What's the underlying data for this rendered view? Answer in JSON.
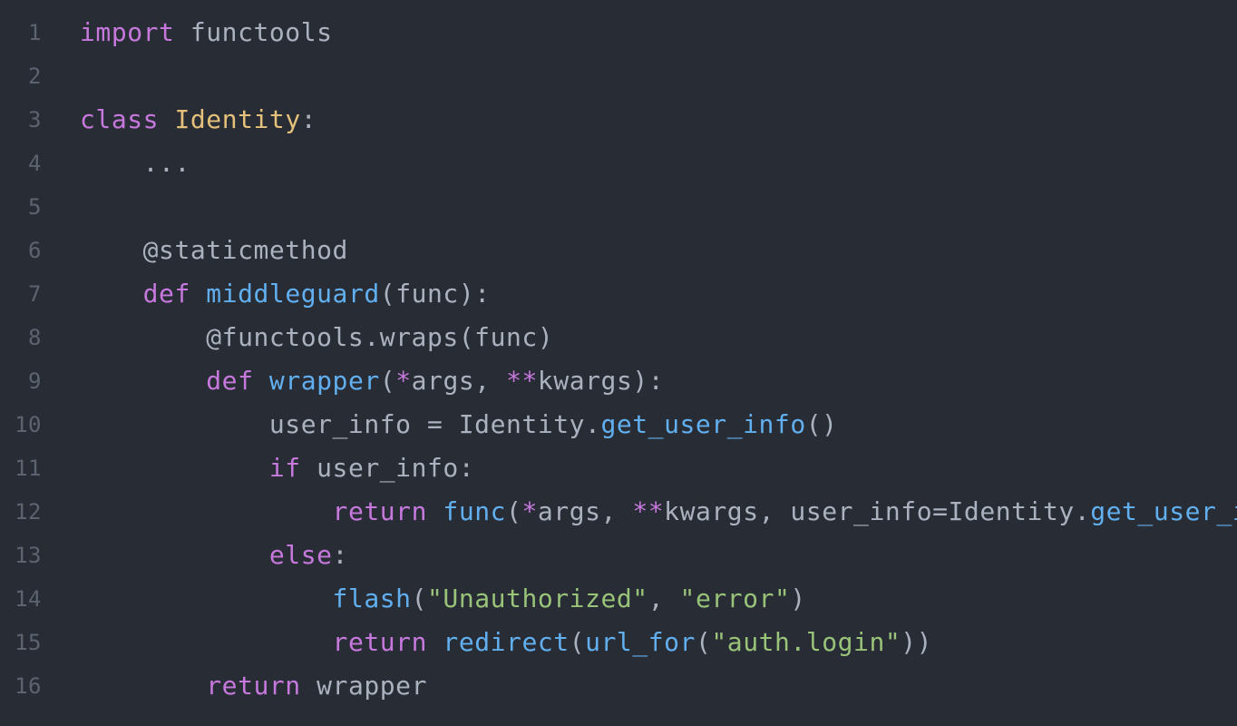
{
  "theme": {
    "background": "#282c34",
    "plain": "#abb2bf",
    "gutter": "#5c6370",
    "keyword": "#c678dd",
    "class": "#e5c07b",
    "function": "#61afef",
    "string": "#98c379"
  },
  "lines": [
    {
      "n": "1",
      "tokens": [
        {
          "t": "import",
          "c": "kw"
        },
        {
          "t": " functools",
          "c": "pl"
        }
      ]
    },
    {
      "n": "2",
      "tokens": []
    },
    {
      "n": "3",
      "tokens": [
        {
          "t": "class",
          "c": "kw"
        },
        {
          "t": " ",
          "c": "pl"
        },
        {
          "t": "Identity",
          "c": "cls"
        },
        {
          "t": ":",
          "c": "pl"
        }
      ]
    },
    {
      "n": "4",
      "tokens": [
        {
          "t": "    ...",
          "c": "pl"
        }
      ]
    },
    {
      "n": "5",
      "tokens": []
    },
    {
      "n": "6",
      "tokens": [
        {
          "t": "    @staticmethod",
          "c": "dec"
        }
      ]
    },
    {
      "n": "7",
      "tokens": [
        {
          "t": "    ",
          "c": "pl"
        },
        {
          "t": "def",
          "c": "kw"
        },
        {
          "t": " ",
          "c": "pl"
        },
        {
          "t": "middleguard",
          "c": "fn"
        },
        {
          "t": "(func):",
          "c": "pl"
        }
      ]
    },
    {
      "n": "8",
      "tokens": [
        {
          "t": "        @functools.wraps(func)",
          "c": "dec"
        }
      ]
    },
    {
      "n": "9",
      "tokens": [
        {
          "t": "        ",
          "c": "pl"
        },
        {
          "t": "def",
          "c": "kw"
        },
        {
          "t": " ",
          "c": "pl"
        },
        {
          "t": "wrapper",
          "c": "fn"
        },
        {
          "t": "(",
          "c": "pl"
        },
        {
          "t": "*",
          "c": "kw"
        },
        {
          "t": "args, ",
          "c": "pl"
        },
        {
          "t": "**",
          "c": "kw"
        },
        {
          "t": "kwargs):",
          "c": "pl"
        }
      ]
    },
    {
      "n": "10",
      "tokens": [
        {
          "t": "            user_info = Identity.",
          "c": "pl"
        },
        {
          "t": "get_user_info",
          "c": "fn"
        },
        {
          "t": "()",
          "c": "pl"
        }
      ]
    },
    {
      "n": "11",
      "tokens": [
        {
          "t": "            ",
          "c": "pl"
        },
        {
          "t": "if",
          "c": "kw"
        },
        {
          "t": " user_info:",
          "c": "pl"
        }
      ]
    },
    {
      "n": "12",
      "tokens": [
        {
          "t": "                ",
          "c": "pl"
        },
        {
          "t": "return",
          "c": "kw"
        },
        {
          "t": " ",
          "c": "pl"
        },
        {
          "t": "func",
          "c": "fn"
        },
        {
          "t": "(",
          "c": "pl"
        },
        {
          "t": "*",
          "c": "kw"
        },
        {
          "t": "args, ",
          "c": "pl"
        },
        {
          "t": "**",
          "c": "kw"
        },
        {
          "t": "kwargs, user_info=Identity.",
          "c": "pl"
        },
        {
          "t": "get_user_inf",
          "c": "fn"
        }
      ]
    },
    {
      "n": "13",
      "tokens": [
        {
          "t": "            ",
          "c": "pl"
        },
        {
          "t": "else",
          "c": "kw"
        },
        {
          "t": ":",
          "c": "pl"
        }
      ]
    },
    {
      "n": "14",
      "tokens": [
        {
          "t": "                ",
          "c": "pl"
        },
        {
          "t": "flash",
          "c": "fn"
        },
        {
          "t": "(",
          "c": "pl"
        },
        {
          "t": "\"Unauthorized\"",
          "c": "str"
        },
        {
          "t": ", ",
          "c": "pl"
        },
        {
          "t": "\"error\"",
          "c": "str"
        },
        {
          "t": ")",
          "c": "pl"
        }
      ]
    },
    {
      "n": "15",
      "tokens": [
        {
          "t": "                ",
          "c": "pl"
        },
        {
          "t": "return",
          "c": "kw"
        },
        {
          "t": " ",
          "c": "pl"
        },
        {
          "t": "redirect",
          "c": "fn"
        },
        {
          "t": "(",
          "c": "pl"
        },
        {
          "t": "url_for",
          "c": "fn"
        },
        {
          "t": "(",
          "c": "pl"
        },
        {
          "t": "\"auth.login\"",
          "c": "str"
        },
        {
          "t": "))",
          "c": "pl"
        }
      ]
    },
    {
      "n": "16",
      "tokens": [
        {
          "t": "        ",
          "c": "pl"
        },
        {
          "t": "return",
          "c": "kw"
        },
        {
          "t": " wrapper",
          "c": "pl"
        }
      ]
    }
  ]
}
